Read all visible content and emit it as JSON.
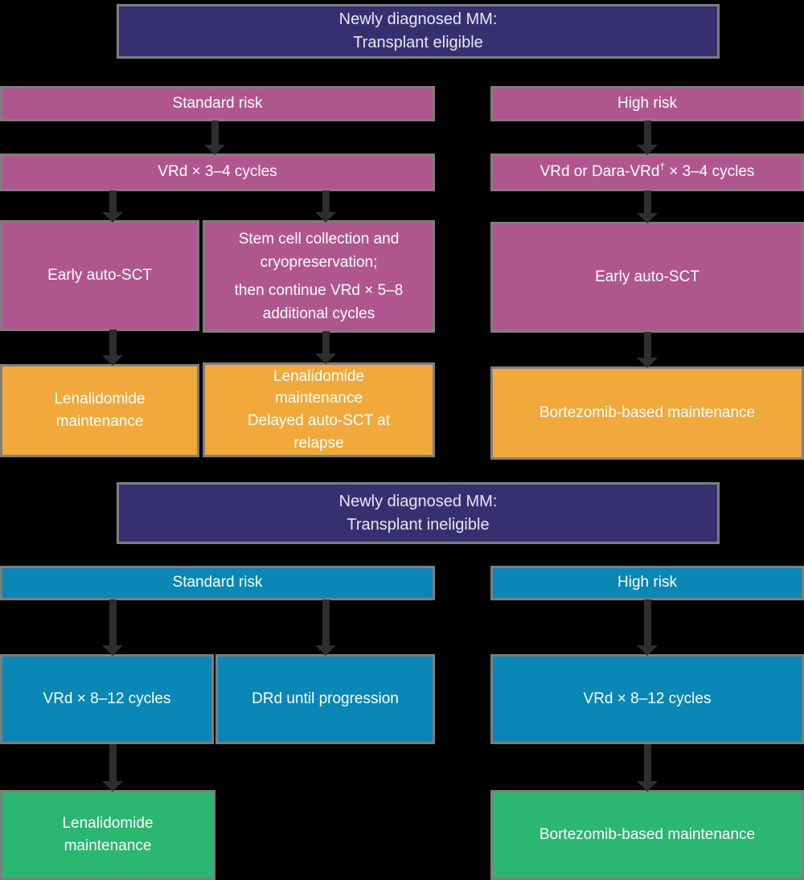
{
  "colors": {
    "background": "#000000",
    "header_bg": "#373070",
    "magenta": "#B0568F",
    "orange": "#F2A93C",
    "blue": "#0A87B5",
    "green": "#2BB671",
    "box_border": "#7E7E7E",
    "arrow": "#2E2E2E",
    "text": "#FFFFFF"
  },
  "transplant_eligible": {
    "header_line1": "Newly diagnosed MM:",
    "header_line2": "Transplant eligible",
    "standard_risk": {
      "label": "Standard risk",
      "induction": "VRd × 3–4 cycles",
      "early_sct": "Early auto-SCT",
      "stem_cell_lines": [
        "Stem cell collection and",
        "cryopreservation;",
        "then continue VRd × 5–8",
        "additional cycles"
      ],
      "maintenance_a_lines": [
        "Lenalidomide",
        "maintenance"
      ],
      "maintenance_b_lines": [
        "Lenalidomide",
        "maintenance",
        "Delayed auto-SCT at",
        "relapse"
      ]
    },
    "high_risk": {
      "label": "High risk",
      "induction_pre": "VRd or Dara-VRd",
      "induction_sup": "†",
      "induction_post": " × 3–4 cycles",
      "early_sct": "Early auto-SCT",
      "maintenance": "Bortezomib-based maintenance"
    }
  },
  "transplant_ineligible": {
    "header_line1": "Newly diagnosed MM:",
    "header_line2": "Transplant ineligible",
    "standard_risk": {
      "label": "Standard risk",
      "treatment_a": "VRd × 8–12 cycles",
      "treatment_b": "DRd until progression",
      "maintenance_lines": [
        "Lenalidomide",
        "maintenance"
      ]
    },
    "high_risk": {
      "label": "High risk",
      "treatment": "VRd × 8–12 cycles",
      "maintenance": "Bortezomib-based maintenance"
    }
  }
}
